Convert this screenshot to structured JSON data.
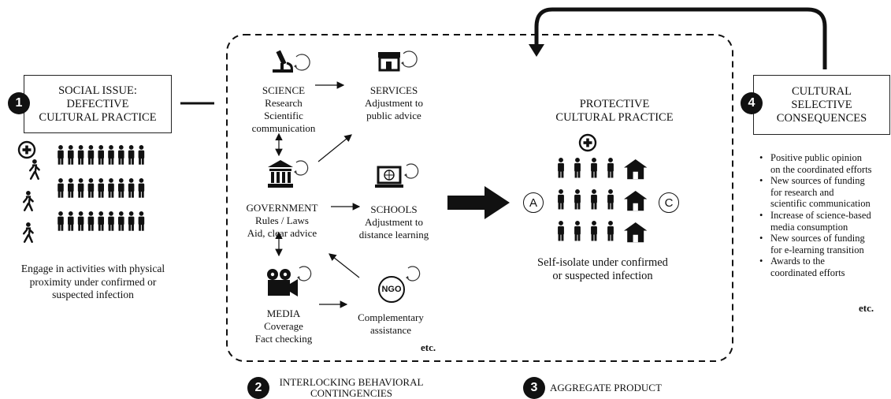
{
  "issue": {
    "number": "1",
    "title_lines": [
      "SOCIAL ISSUE:",
      "DEFECTIVE",
      "CULTURAL PRACTICE"
    ],
    "description_lines": [
      "Engage in activities with physical",
      "proximity under confirmed or",
      "suspected infection"
    ]
  },
  "interlocking": {
    "number": "2",
    "caption_lines": [
      "INTERLOCKING BEHAVIORAL",
      "CONTINGENCIES"
    ],
    "etc": "etc.",
    "actors": {
      "science": [
        "SCIENCE",
        "Research",
        "Scientific",
        "communication"
      ],
      "services": [
        "SERVICES",
        "Adjustment to",
        "public advice"
      ],
      "government": [
        "GOVERNMENT",
        "Rules / Laws",
        "Aid, clear advice"
      ],
      "schools": [
        "SCHOOLS",
        "Adjustment to",
        "distance learning"
      ],
      "media": [
        "MEDIA",
        "Coverage",
        "Fact checking"
      ],
      "ngo": [
        "Complementary",
        "assistance"
      ],
      "ngo_icon_text": "NGO"
    }
  },
  "product": {
    "number": "3",
    "caption": "AGGREGATE PRODUCT",
    "title_lines": [
      "PROTECTIVE",
      "CULTURAL PRACTICE"
    ],
    "marker_a": "A",
    "marker_c": "C",
    "description_lines": [
      "Self-isolate under confirmed",
      "or suspected infection"
    ]
  },
  "consequences": {
    "number": "4",
    "title_lines": [
      "CULTURAL",
      "SELECTIVE",
      "CONSEQUENCES"
    ],
    "items": [
      [
        "Positive public opinion",
        "on the coordinated efforts"
      ],
      [
        "New sources of funding",
        "for research and",
        "scientific communication"
      ],
      [
        "Increase of science-based",
        "media consumption"
      ],
      [
        "New sources of funding",
        "for e-learning transition"
      ],
      [
        "Awards to the",
        "coordinated efforts"
      ]
    ],
    "etc": "etc."
  },
  "icons": {
    "person": "person-icon",
    "walking": "walking-person-icon",
    "medical": "medical-cross-icon",
    "house": "house-icon",
    "microscope": "microscope-icon",
    "store": "store-icon",
    "government": "government-building-icon",
    "laptop": "laptop-globe-icon",
    "camera": "film-camera-icon",
    "ngo": "ngo-badge-icon",
    "cycle": "cycle-arrow-icon"
  }
}
